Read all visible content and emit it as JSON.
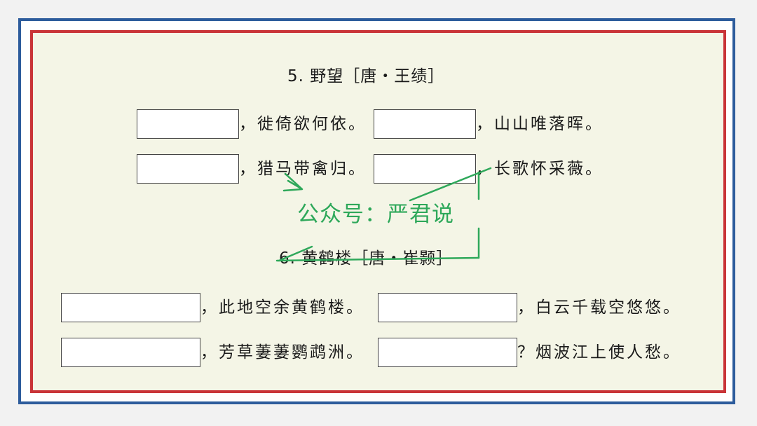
{
  "poem5": {
    "title": "5. 野望［唐・王绩］",
    "line1_a": "，徙倚欲何依。",
    "line1_b": "，山山唯落晖。",
    "line2_a": "，猎马带禽归。",
    "line2_b": "，长歌怀采薇。"
  },
  "poem6": {
    "title": "6. 黄鹤楼［唐・崔颢］",
    "line1_a": "，此地空余黄鹤楼。",
    "line1_b": "，白云千载空悠悠。",
    "line2_a": "，芳草萋萋鹦鹉洲。",
    "line2_b": "？烟波江上使人愁。"
  },
  "watermark": {
    "text": "公众号：严君说",
    "color": "#2ea85a"
  },
  "colors": {
    "outer_border": "#2d5c9c",
    "inner_border": "#c93438",
    "background": "#f4f5e6"
  }
}
